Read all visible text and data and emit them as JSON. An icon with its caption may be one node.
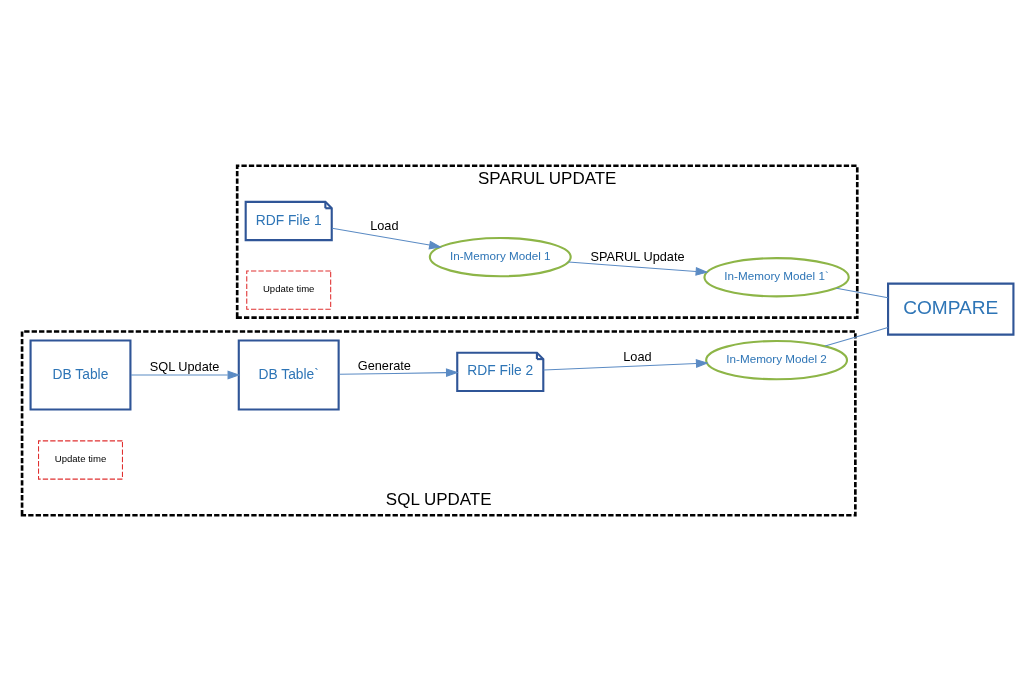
{
  "diagram": {
    "nodes": [
      {
        "text": [
          "SPARUL UPDATE"
        ]
      },
      {
        "text": [
          "RDF File 1"
        ],
        "in": 0
      },
      {
        "text": [
          "In-Memory Model 1"
        ],
        "in": 0
      },
      {
        "text": [
          "Update time"
        ],
        "in": 0
      },
      {
        "text": [
          "In-Memory Model 1`"
        ],
        "in": 0
      },
      {
        "text": [
          "COMPARE"
        ]
      },
      {
        "text": [
          "SQL UPDATE"
        ]
      },
      {
        "text": [
          "DB Table"
        ],
        "in": 6
      },
      {
        "text": [
          "Update time"
        ],
        "in": 6
      },
      {
        "text": [
          "DB Table`"
        ],
        "in": 6
      },
      {
        "text": [
          "RDF File 2"
        ],
        "in": 6
      },
      {
        "text": [
          "In-Memory Model 2"
        ],
        "in": 6
      }
    ],
    "edges": [
      {
        "from": 1,
        "to": 2,
        "arrow": "to",
        "label": "Load"
      },
      {
        "from": 2,
        "to": 4,
        "arrow": "to",
        "label": "SPARUL Update"
      },
      {
        "from": 4,
        "to": 5,
        "arrow": "none"
      },
      {
        "from": 7,
        "to": 9,
        "arrow": "to",
        "label": "SQL Update"
      },
      {
        "from": 9,
        "to": 10,
        "arrow": "to",
        "label": "Generate"
      },
      {
        "from": 10,
        "to": 11,
        "arrow": "to",
        "label": "Load"
      },
      {
        "from": 11,
        "to": 5,
        "arrow": "none"
      }
    ]
  }
}
